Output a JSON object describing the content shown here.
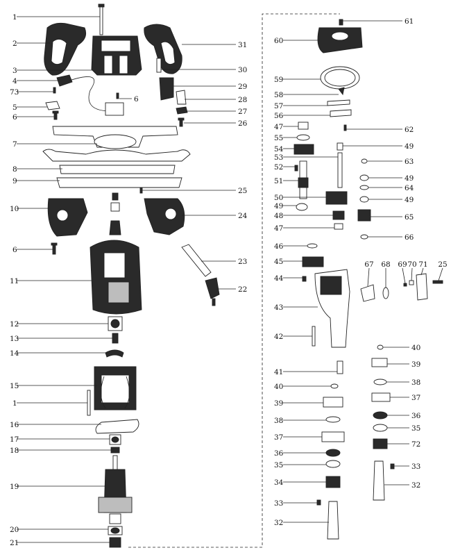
{
  "colors": {
    "ink": "#111111",
    "part_dark": "#2a2a2a",
    "part_light": "#ffffff",
    "part_mid": "#bdbdbd"
  },
  "callouts": [
    {
      "id": "c-l1a",
      "label": "1"
    },
    {
      "id": "c-l2",
      "label": "2"
    },
    {
      "id": "c-l3",
      "label": "3"
    },
    {
      "id": "c-l4",
      "label": "4"
    },
    {
      "id": "c-l73",
      "label": "73"
    },
    {
      "id": "c-l5",
      "label": "5"
    },
    {
      "id": "c-l6a",
      "label": "6"
    },
    {
      "id": "c-l7",
      "label": "7"
    },
    {
      "id": "c-l8",
      "label": "8"
    },
    {
      "id": "c-l9",
      "label": "9"
    },
    {
      "id": "c-l10",
      "label": "10"
    },
    {
      "id": "c-l6b",
      "label": "6"
    },
    {
      "id": "c-l11",
      "label": "11"
    },
    {
      "id": "c-l12",
      "label": "12"
    },
    {
      "id": "c-l13",
      "label": "13"
    },
    {
      "id": "c-l14",
      "label": "14"
    },
    {
      "id": "c-l15",
      "label": "15"
    },
    {
      "id": "c-l1b",
      "label": "1"
    },
    {
      "id": "c-l16",
      "label": "16"
    },
    {
      "id": "c-l17",
      "label": "17"
    },
    {
      "id": "c-l18",
      "label": "18"
    },
    {
      "id": "c-l19",
      "label": "19"
    },
    {
      "id": "c-l20",
      "label": "20"
    },
    {
      "id": "c-l21",
      "label": "21"
    },
    {
      "id": "c-m6",
      "label": "6"
    },
    {
      "id": "c-m31",
      "label": "31"
    },
    {
      "id": "c-m30",
      "label": "30"
    },
    {
      "id": "c-m29",
      "label": "29"
    },
    {
      "id": "c-m28",
      "label": "28"
    },
    {
      "id": "c-m27",
      "label": "27"
    },
    {
      "id": "c-m26",
      "label": "26"
    },
    {
      "id": "c-m25",
      "label": "25"
    },
    {
      "id": "c-m24",
      "label": "24"
    },
    {
      "id": "c-m23",
      "label": "23"
    },
    {
      "id": "c-m22",
      "label": "22"
    },
    {
      "id": "c-r61",
      "label": "61"
    },
    {
      "id": "c-r60",
      "label": "60"
    },
    {
      "id": "c-r59",
      "label": "59"
    },
    {
      "id": "c-r58",
      "label": "58"
    },
    {
      "id": "c-r57",
      "label": "57"
    },
    {
      "id": "c-r56",
      "label": "56"
    },
    {
      "id": "c-r47a",
      "label": "47"
    },
    {
      "id": "c-r55",
      "label": "55"
    },
    {
      "id": "c-r54",
      "label": "54"
    },
    {
      "id": "c-r53",
      "label": "53"
    },
    {
      "id": "c-r52",
      "label": "52"
    },
    {
      "id": "c-r51",
      "label": "51"
    },
    {
      "id": "c-r50",
      "label": "50"
    },
    {
      "id": "c-r49a",
      "label": "49"
    },
    {
      "id": "c-r48",
      "label": "48"
    },
    {
      "id": "c-r47b",
      "label": "47"
    },
    {
      "id": "c-r46",
      "label": "46"
    },
    {
      "id": "c-r45",
      "label": "45"
    },
    {
      "id": "c-r44",
      "label": "44"
    },
    {
      "id": "c-r43",
      "label": "43"
    },
    {
      "id": "c-r42",
      "label": "42"
    },
    {
      "id": "c-r41",
      "label": "41"
    },
    {
      "id": "c-r40a",
      "label": "40"
    },
    {
      "id": "c-r39a",
      "label": "39"
    },
    {
      "id": "c-r38a",
      "label": "38"
    },
    {
      "id": "c-r37a",
      "label": "37"
    },
    {
      "id": "c-r36a",
      "label": "36"
    },
    {
      "id": "c-r35a",
      "label": "35"
    },
    {
      "id": "c-r34",
      "label": "34"
    },
    {
      "id": "c-r33a",
      "label": "33"
    },
    {
      "id": "c-r32a",
      "label": "32"
    },
    {
      "id": "c-f62",
      "label": "62"
    },
    {
      "id": "c-f49a",
      "label": "49"
    },
    {
      "id": "c-f63",
      "label": "63"
    },
    {
      "id": "c-f49b",
      "label": "49"
    },
    {
      "id": "c-f64",
      "label": "64"
    },
    {
      "id": "c-f49c",
      "label": "49"
    },
    {
      "id": "c-f65",
      "label": "65"
    },
    {
      "id": "c-f66",
      "label": "66"
    },
    {
      "id": "c-t67",
      "label": "67"
    },
    {
      "id": "c-t68",
      "label": "68"
    },
    {
      "id": "c-t69",
      "label": "69"
    },
    {
      "id": "c-t70",
      "label": "70"
    },
    {
      "id": "c-t71",
      "label": "71"
    },
    {
      "id": "c-t25",
      "label": "25"
    },
    {
      "id": "c-f40b",
      "label": "40"
    },
    {
      "id": "c-f39b",
      "label": "39"
    },
    {
      "id": "c-f38b",
      "label": "38"
    },
    {
      "id": "c-f37b",
      "label": "37"
    },
    {
      "id": "c-f36b",
      "label": "36"
    },
    {
      "id": "c-f35b",
      "label": "35"
    },
    {
      "id": "c-f72",
      "label": "72"
    },
    {
      "id": "c-f33b",
      "label": "33"
    },
    {
      "id": "c-f32b",
      "label": "32"
    }
  ]
}
